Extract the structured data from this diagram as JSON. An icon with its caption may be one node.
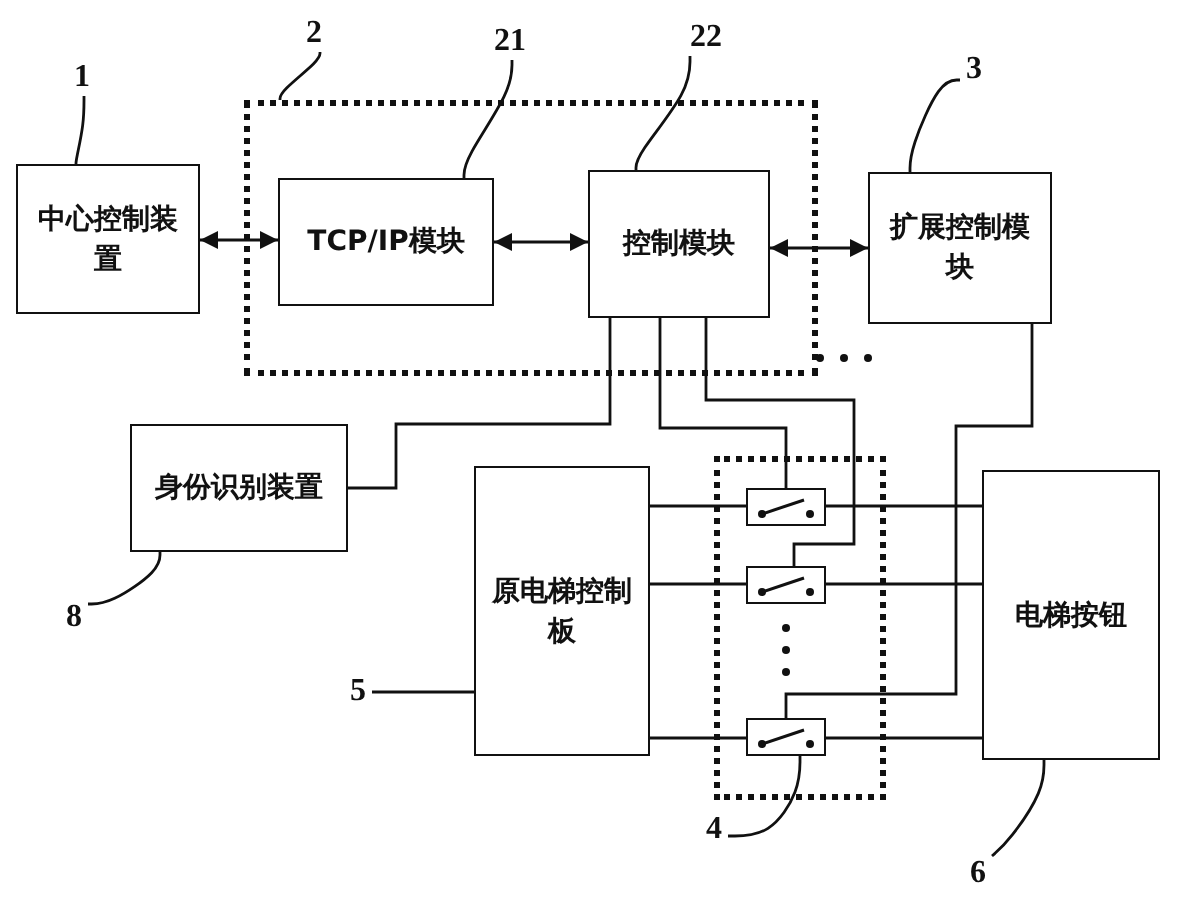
{
  "diagram": {
    "nodes": [
      {
        "text": [
          "中心控制装置"
        ]
      },
      {
        "text": [],
        "shape": "box"
      },
      {
        "text": [
          "TCP/IP模块"
        ],
        "in": 1
      },
      {
        "text": [
          "控制模块"
        ],
        "in": 1
      },
      {
        "text": [
          "扩展控制模块"
        ]
      },
      {
        "text": [
          "身份识别装置"
        ]
      },
      {
        "text": [
          "原电梯控制板"
        ]
      },
      {
        "text": [],
        "shape": "box"
      },
      {
        "text": [],
        "shape": "box",
        "in": 7
      },
      {
        "text": [],
        "shape": "box",
        "in": 7
      },
      {
        "text": [],
        "shape": "box",
        "in": 7
      },
      {
        "text": [
          "电梯按钮"
        ]
      },
      {
        "text": [
          "1"
        ]
      },
      {
        "text": [
          "2"
        ]
      },
      {
        "text": [
          "21"
        ]
      },
      {
        "text": [
          "22"
        ]
      },
      {
        "text": [
          "3"
        ]
      },
      {
        "text": [
          "8"
        ]
      },
      {
        "text": [
          "5"
        ]
      },
      {
        "text": [
          "4"
        ]
      },
      {
        "text": [
          "6"
        ]
      }
    ],
    "edges": [
      {
        "from": 0,
        "to": 2,
        "arrow": "both"
      },
      {
        "from": 2,
        "to": 3,
        "arrow": "both"
      },
      {
        "from": 3,
        "to": 4,
        "arrow": "both"
      },
      {
        "from": 3,
        "to": 5,
        "arrow": "none"
      },
      {
        "from": 3,
        "to": 8,
        "arrow": "none"
      },
      {
        "from": 3,
        "to": 9,
        "arrow": "none"
      },
      {
        "from": 4,
        "to": 10,
        "arrow": "none"
      },
      {
        "from": 6,
        "to": 8,
        "arrow": "none"
      },
      {
        "from": 8,
        "to": 11,
        "arrow": "none"
      },
      {
        "from": 6,
        "to": 9,
        "arrow": "none"
      },
      {
        "from": 9,
        "to": 11,
        "arrow": "none"
      },
      {
        "from": 6,
        "to": 10,
        "arrow": "none"
      },
      {
        "from": 10,
        "to": 11,
        "arrow": "none"
      },
      {
        "from": 12,
        "to": 0,
        "arrow": "none"
      },
      {
        "from": 13,
        "to": 1,
        "arrow": "none"
      },
      {
        "from": 14,
        "to": 2,
        "arrow": "none"
      },
      {
        "from": 15,
        "to": 3,
        "arrow": "none"
      },
      {
        "from": 16,
        "to": 4,
        "arrow": "none"
      },
      {
        "from": 17,
        "to": 5,
        "arrow": "none"
      },
      {
        "from": 18,
        "to": 6,
        "arrow": "none"
      },
      {
        "from": 19,
        "to": 10,
        "arrow": "none"
      },
      {
        "from": 20,
        "to": 11,
        "arrow": "none"
      }
    ]
  }
}
